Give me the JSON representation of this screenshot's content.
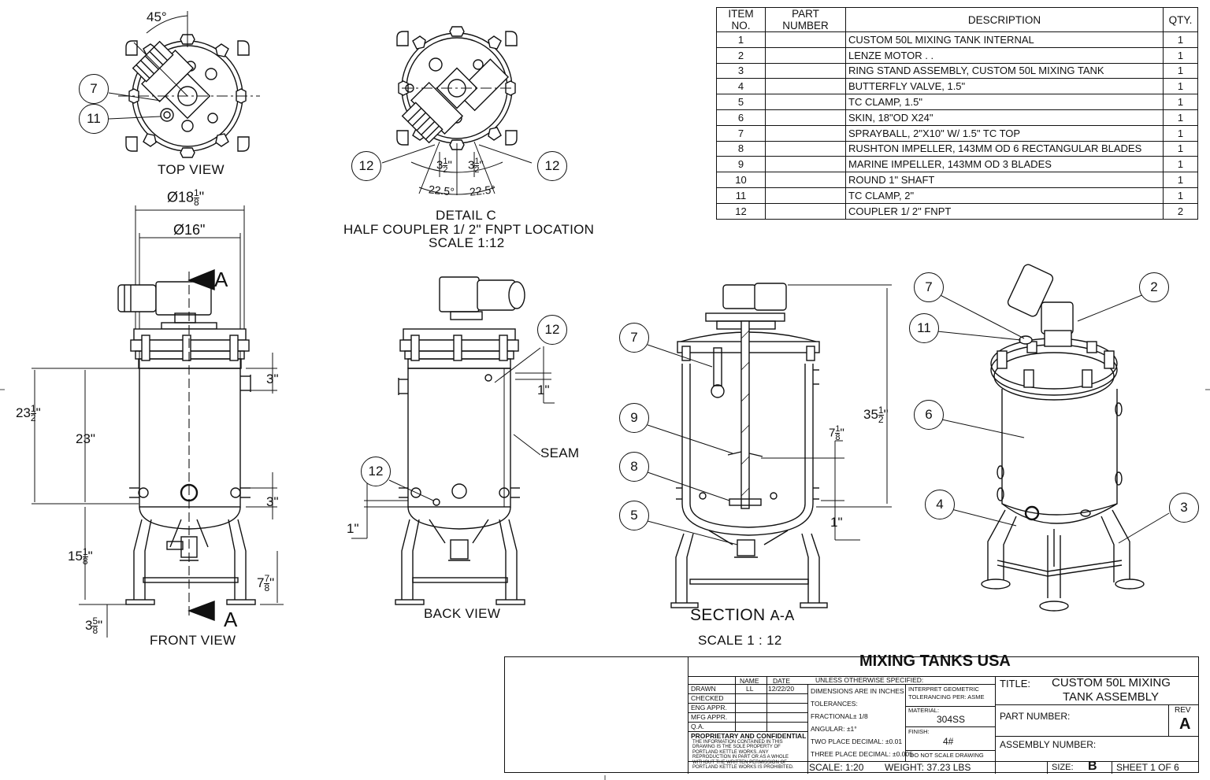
{
  "bom": {
    "headers": [
      "ITEM NO.",
      "PART NUMBER",
      "DESCRIPTION",
      "QTY."
    ],
    "rows": [
      {
        "item": "1",
        "part": "",
        "desc": "CUSTOM 50L MIXING TANK INTERNAL",
        "qty": "1"
      },
      {
        "item": "2",
        "part": "",
        "desc": "LENZE MOTOR . .",
        "qty": "1"
      },
      {
        "item": "3",
        "part": "",
        "desc": "RING STAND ASSEMBLY,  CUSTOM 50L MIXING TANK",
        "qty": "1"
      },
      {
        "item": "4",
        "part": "",
        "desc": "BUTTERFLY VALVE, 1.5\"",
        "qty": "1"
      },
      {
        "item": "5",
        "part": "",
        "desc": "TC CLAMP, 1.5\"",
        "qty": "1"
      },
      {
        "item": "6",
        "part": "",
        "desc": "SKIN, 18\"OD X24\"",
        "qty": "1"
      },
      {
        "item": "7",
        "part": "",
        "desc": "SPRAYBALL, 2\"X10\" W/ 1.5\" TC TOP",
        "qty": "1"
      },
      {
        "item": "8",
        "part": "",
        "desc": "RUSHTON IMPELLER, 143MM OD 6 RECTANGULAR BLADES",
        "qty": "1"
      },
      {
        "item": "9",
        "part": "",
        "desc": "MARINE IMPELLER, 143MM OD 3 BLADES",
        "qty": "1"
      },
      {
        "item": "10",
        "part": "",
        "desc": "ROUND 1\" SHAFT",
        "qty": "1"
      },
      {
        "item": "11",
        "part": "",
        "desc": "TC CLAMP, 2\"",
        "qty": "1"
      },
      {
        "item": "12",
        "part": "",
        "desc": "COUPLER 1/ 2\" FNPT",
        "qty": "2"
      }
    ]
  },
  "views": {
    "top": "TOP VIEW",
    "detail_title": "DETAIL C",
    "detail_sub": "HALF COUPLER 1/ 2\" FNPT LOCATION",
    "detail_scale": "SCALE 1:12",
    "front": "FRONT VIEW",
    "back": "BACK VIEW",
    "section": "SECTION",
    "section_id": "A-A",
    "section_scale": "SCALE 1 : 12",
    "seam": "SEAM",
    "cut_letter": "A"
  },
  "dims": {
    "top_angle": "45°",
    "od_outer_sym": "Ø18",
    "od_outer_frac": [
      "1",
      "8"
    ],
    "od_inner": "Ø16\"",
    "h_total_whole": "23",
    "h_total_frac": [
      "1",
      "2"
    ],
    "h_shell": "23\"",
    "nozzle_top": "3\"",
    "nozzle_bot": "3\"",
    "leg_whole": "15",
    "leg_frac": [
      "1",
      "8"
    ],
    "clear_whole": "7",
    "clear_frac": [
      "7",
      "8"
    ],
    "foot_whole": "3",
    "foot_frac": [
      "5",
      "8"
    ],
    "coupler_off": "1\"",
    "coupler_off2": "1\"",
    "detail_off_whole": "3",
    "detail_off_frac": [
      "1",
      "2"
    ],
    "detail_angle": "22.5°",
    "sec_total_whole": "35",
    "sec_total_frac": [
      "1",
      "2"
    ],
    "sec_imp_whole": "7",
    "sec_imp_frac": [
      "1",
      "8"
    ],
    "sec_bot": "1\""
  },
  "balloons": {
    "b7": "7",
    "b11": "11",
    "b12": "12",
    "b9": "9",
    "b8": "8",
    "b5": "5",
    "b2": "2",
    "b6": "6",
    "b4": "4",
    "b3": "3"
  },
  "titleblock": {
    "company": "MIXING TANKS USA",
    "col_name": "NAME",
    "col_date": "DATE",
    "drawn": "DRAWN",
    "drawn_name": "LL",
    "drawn_date": "12/22/20",
    "checked": "CHECKED",
    "eng": "ENG APPR.",
    "mfg": "MFG APPR.",
    "qa": "Q.A.",
    "unless": "UNLESS OTHERWISE SPECIFIED:",
    "dims_in": "DIMENSIONS ARE IN INCHES",
    "tol": "TOLERANCES:",
    "frac": "FRACTIONAL± 1/8",
    "ang": "ANGULAR: ±1°",
    "two": "TWO PLACE DECIMAL: ±0.01",
    "three": "THREE PLACE DECIMAL: ±0.005",
    "interp1": "INTERPRET GEOMETRIC",
    "interp2": "TOLERANCING PER: ASME",
    "material_lbl": "MATERIAL:",
    "material": "304SS",
    "finish_lbl": "FINISH:",
    "finish": "4#",
    "noscale": "DO NOT SCALE DRAWING",
    "prop_title": "PROPRIETARY AND CONFIDENTIAL",
    "prop_1": "THE INFORMATION CONTAINED IN THIS",
    "prop_2": "DRAWING IS THE SOLE PROPERTY OF",
    "prop_3": "PORTLAND KETTLE WORKS.  ANY",
    "prop_4": "REPRODUCTION IN PART OR AS A WHOLE",
    "prop_5": "WITHOUT THE WRITTEN PERMISSION OF",
    "prop_6": "PORTLAND KETTLE WORKS IS PROHIBITED.",
    "title_lbl": "TITLE:",
    "title_1": "CUSTOM 50L MIXING",
    "title_2": "TANK ASSEMBLY",
    "part_lbl": "PART NUMBER:",
    "rev_lbl": "REV",
    "rev": "A",
    "asm_lbl": "ASSEMBLY NUMBER:",
    "scale": "SCALE: 1:20",
    "weight": "WEIGHT: 37.23 LBS",
    "size_lbl": "SIZE:",
    "size": "B",
    "sheet": "SHEET 1 OF 6"
  }
}
